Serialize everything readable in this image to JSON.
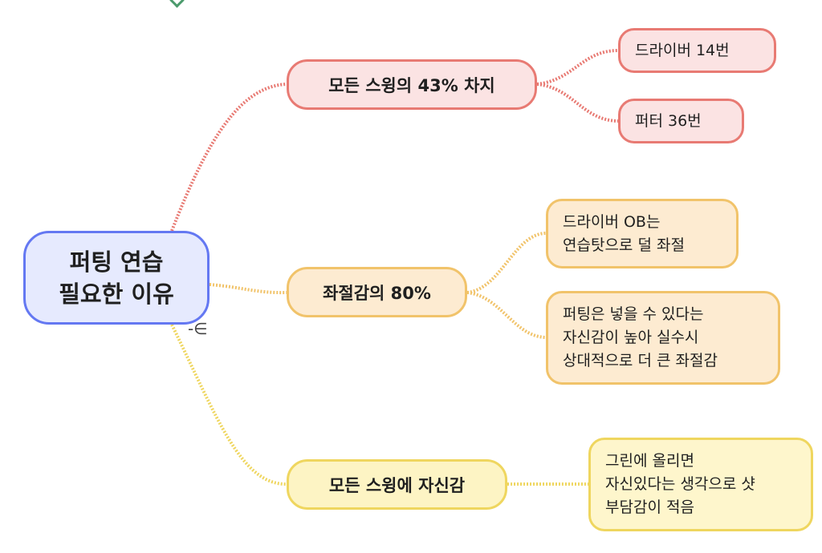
{
  "mindmap": {
    "root": {
      "line1": "퍼팅 연습",
      "line2": "필요한 이유"
    },
    "branches": [
      {
        "label": "모든 스윙의 43% 차지",
        "color": "#e87a73",
        "children": [
          {
            "lines": [
              "드라이버 14번"
            ]
          },
          {
            "lines": [
              "퍼터 36번"
            ]
          }
        ]
      },
      {
        "label": "좌절감의 80%",
        "color": "#f1c36a",
        "children": [
          {
            "lines": [
              "드라이버 OB는",
              "연습탓으로 덜 좌절"
            ]
          },
          {
            "lines": [
              "퍼팅은 넣을 수 있다는",
              "자신감이 높아 실수시",
              "상대적으로 더 큰 좌절감"
            ]
          }
        ]
      },
      {
        "label": "모든 스윙에 자신감",
        "color": "#efd65f",
        "children": [
          {
            "lines": [
              "그린에 올리면",
              "자신있다는 생각으로 샷",
              "부담감이 적음"
            ]
          }
        ]
      }
    ],
    "collapse_symbol": "-∈"
  }
}
